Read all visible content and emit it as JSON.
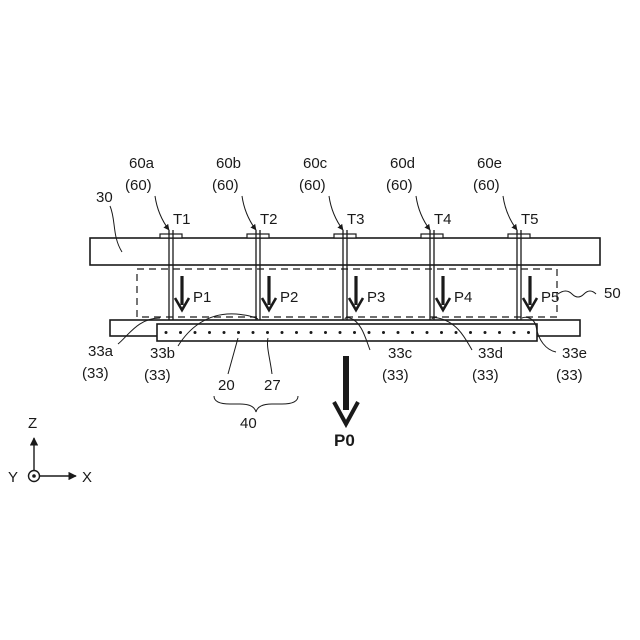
{
  "diagram": {
    "terminals": [
      {
        "id": "60a",
        "group": "(60)",
        "label": "T1",
        "pressure": "P1"
      },
      {
        "id": "60b",
        "group": "(60)",
        "label": "T2",
        "pressure": "P2"
      },
      {
        "id": "60c",
        "group": "(60)",
        "label": "T3",
        "pressure": "P3"
      },
      {
        "id": "60d",
        "group": "(60)",
        "label": "T4",
        "pressure": "P4"
      },
      {
        "id": "60e",
        "group": "(60)",
        "label": "T5",
        "pressure": "P5"
      }
    ],
    "contacts": [
      {
        "id": "33a",
        "group": "(33)"
      },
      {
        "id": "33b",
        "group": "(33)"
      },
      {
        "id": "33c",
        "group": "(33)"
      },
      {
        "id": "33d",
        "group": "(33)"
      },
      {
        "id": "33e",
        "group": "(33)"
      }
    ],
    "board_label": "30",
    "region_label": "50",
    "layer_20": "20",
    "layer_27": "27",
    "assembly_label": "40",
    "total_pressure": "P0",
    "axes": {
      "z": "Z",
      "y": "Y",
      "x": "X"
    },
    "colors": {
      "ink": "#1a1a1a",
      "background": "#ffffff"
    }
  }
}
